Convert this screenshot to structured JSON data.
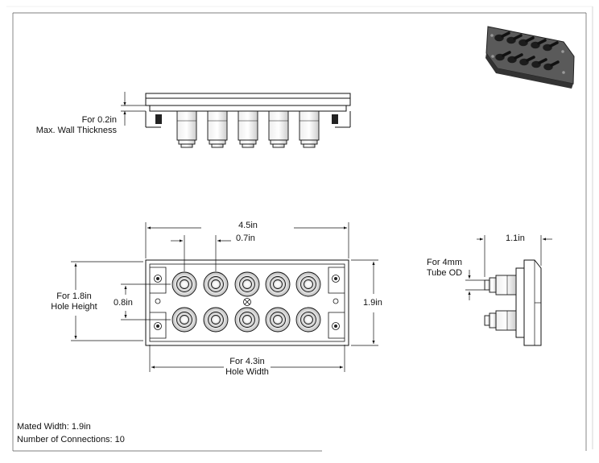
{
  "dimensions": {
    "top_width": "4.5in",
    "hole_spacing": "0.7in",
    "height": "1.9in",
    "row_spacing": "0.8in",
    "side_depth": "1.1in"
  },
  "notes": {
    "wall_line1": "For 0.2in",
    "wall_line2": "Max. Wall Thickness",
    "hole_height_line1": "For 1.8in",
    "hole_height_line2": "Hole Height",
    "hole_width_line1": "For 4.3in",
    "hole_width_line2": "Hole Width",
    "tube_line1": "For 4mm",
    "tube_line2": "Tube OD"
  },
  "specs": {
    "mated_width": "Mated Width: 1.9in",
    "connections": "Number of Connections: 10"
  }
}
